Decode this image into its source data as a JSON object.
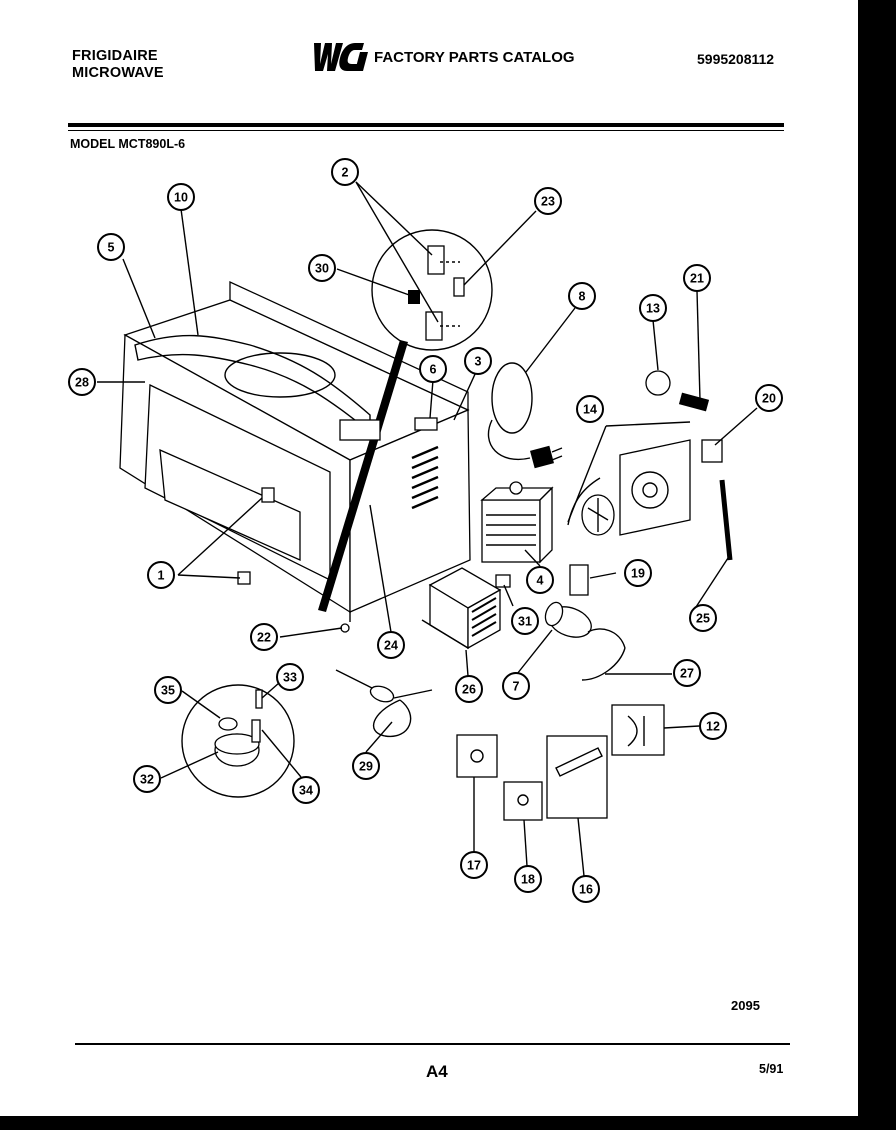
{
  "header": {
    "brand_line1": "FRIGIDAIRE",
    "brand_line2": "MICROWAVE",
    "logo": "WCI",
    "catalog_title": "FACTORY PARTS CATALOG",
    "catalog_number": "5995208112"
  },
  "model_line": "MODEL MCT890L-6",
  "diagram": {
    "callouts": [
      "1",
      "2",
      "3",
      "4",
      "5",
      "6",
      "7",
      "8",
      "10",
      "12",
      "13",
      "14",
      "16",
      "17",
      "18",
      "19",
      "20",
      "21",
      "22",
      "23",
      "24",
      "25",
      "26",
      "27",
      "28",
      "29",
      "30",
      "31",
      "32",
      "33",
      "34",
      "35"
    ]
  },
  "footer": {
    "drawing_number": "2095",
    "page": "A4",
    "date": "5/91"
  }
}
